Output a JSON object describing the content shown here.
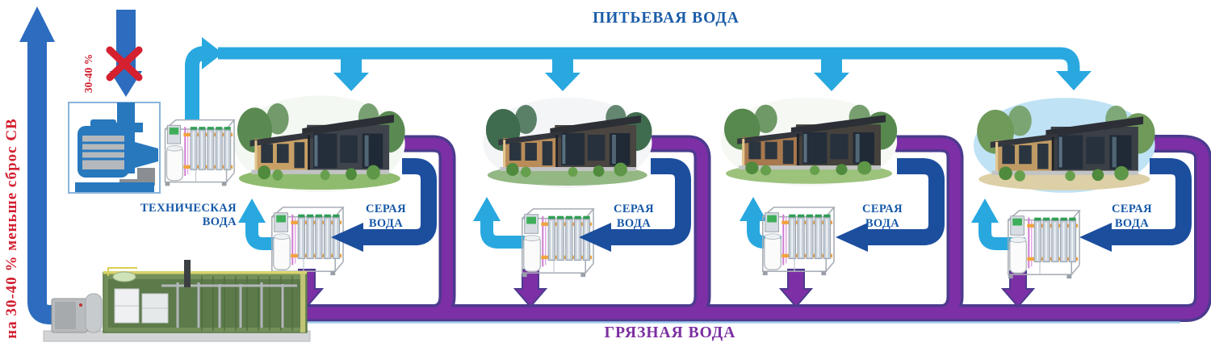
{
  "header": {
    "drinking_water_title": "ПИТЬЕВАЯ ВОДА"
  },
  "footer": {
    "dirty_water_title": "ГРЯЗНАЯ ВОДА"
  },
  "annotations": {
    "discharge_reduction": "на 30-40 % меньше сброс СВ",
    "intake_reduction": "30-40 %",
    "technical_water_line1": "ТЕХНИЧЕСКАЯ",
    "technical_water_line2": "ВОДА"
  },
  "modules": [
    {
      "gray_water_line1": "СЕРАЯ",
      "gray_water_line2": "ВОДА"
    },
    {
      "gray_water_line1": "СЕРАЯ",
      "gray_water_line2": "ВОДА"
    },
    {
      "gray_water_line1": "СЕРАЯ",
      "gray_water_line2": "ВОДА"
    },
    {
      "gray_water_line1": "СЕРАЯ",
      "gray_water_line2": "ВОДА"
    }
  ],
  "icons": {
    "pump": "pump-icon",
    "cross": "crossed-out-intake-icon",
    "filter_unit": "ultrafiltration-unit-icon",
    "house": "house-illustration",
    "treatment_plant": "wastewater-treatment-plant-icon"
  },
  "colors": {
    "drinking_water_pipe": "#29A8E0",
    "gray_water_pipe": "#1C4E9E",
    "dirty_water_pipe": "#7D2FA6",
    "dirty_water_edge": "#4C3A8E",
    "big_arrow_blue": "#2D6CBE",
    "reduction_red": "#D21F30",
    "label_blue": "#1558A8",
    "title_blue": "#1A5CA8",
    "title_purple": "#7B2FA0"
  }
}
